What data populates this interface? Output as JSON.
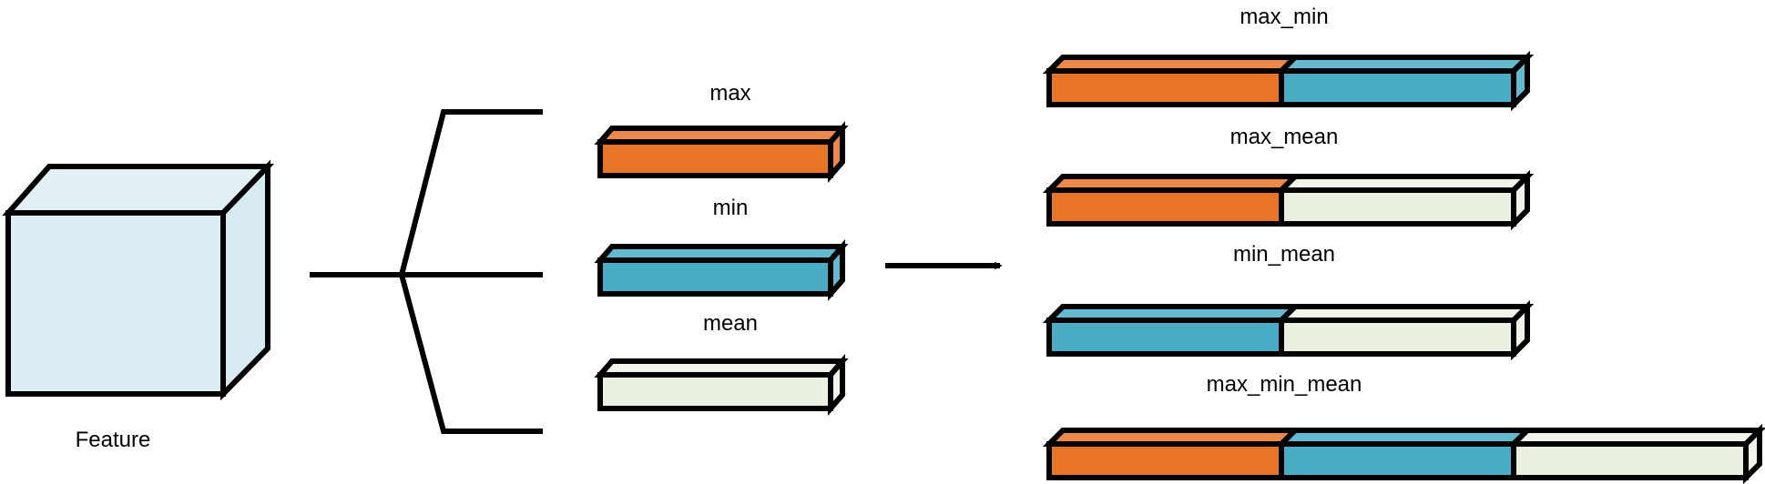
{
  "colors": {
    "max": "#E87428",
    "max_top": "#EC894A",
    "min": "#4BADC5",
    "min_top": "#63B9CE",
    "mean": "#EBF1E0",
    "mean_top": "#F1F4EA",
    "feature": "#DCEDF3",
    "feature_top": "#E3F1F6",
    "feature_side": "#D8EAF1",
    "outline": "#000000"
  },
  "feature": {
    "label": "Feature"
  },
  "stats": [
    {
      "id": "max",
      "label": "max"
    },
    {
      "id": "min",
      "label": "min"
    },
    {
      "id": "mean",
      "label": "mean"
    }
  ],
  "combos": [
    {
      "id": "max_min",
      "label": "max_min",
      "parts": [
        "max",
        "min"
      ]
    },
    {
      "id": "max_mean",
      "label": "max_mean",
      "parts": [
        "max",
        "mean"
      ]
    },
    {
      "id": "min_mean",
      "label": "min_mean",
      "parts": [
        "min",
        "mean"
      ]
    },
    {
      "id": "max_min_mean",
      "label": "max_min_mean",
      "parts": [
        "max",
        "min",
        "mean"
      ]
    }
  ]
}
